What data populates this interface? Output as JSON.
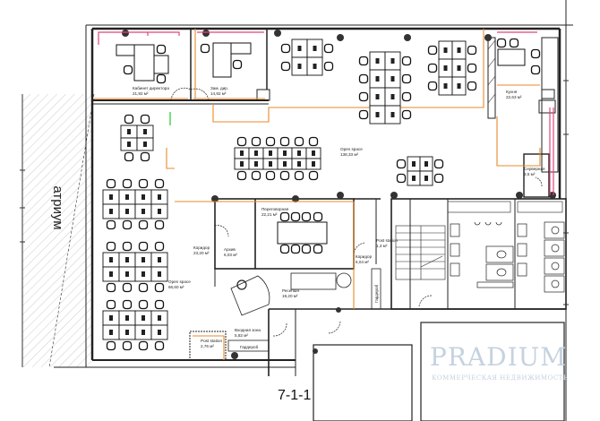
{
  "plan": {
    "sheet_label": "7-1-1",
    "atrium_label": "атриум",
    "watermark": {
      "brand": "PRADIUM",
      "tagline": "КОММЕРЧЕСКАЯ НЕДВИЖИМОСТЬ"
    },
    "rooms": [
      {
        "name": "Кабинет директора",
        "area": "21,92 м²"
      },
      {
        "name": "Зам. дир.",
        "area": "14,92 м²"
      },
      {
        "name": "Open space",
        "area": "138,33 м²"
      },
      {
        "name": "Кухня",
        "area": "22,63 м²"
      },
      {
        "name": "Серверная",
        "area": "3,5 м²"
      },
      {
        "name": "Переговорная",
        "area": "22,21 м²"
      },
      {
        "name": "Коридор",
        "area": "23,20 м²"
      },
      {
        "name": "Архив",
        "area": "6,03 м²"
      },
      {
        "name": "Коридор",
        "area": "6,04 м²"
      },
      {
        "name": "Open space",
        "area": "66,60 м²"
      },
      {
        "name": "Ресепшн",
        "area": "19,20 м²"
      },
      {
        "name": "Входная зона",
        "area": "5,82 м²"
      },
      {
        "name": "Post station",
        "area": "2,76 м²"
      },
      {
        "name": "Post station",
        "area": "1,3 м²"
      }
    ],
    "wardrobes": [
      "Гардероб",
      "Гардероб"
    ]
  }
}
